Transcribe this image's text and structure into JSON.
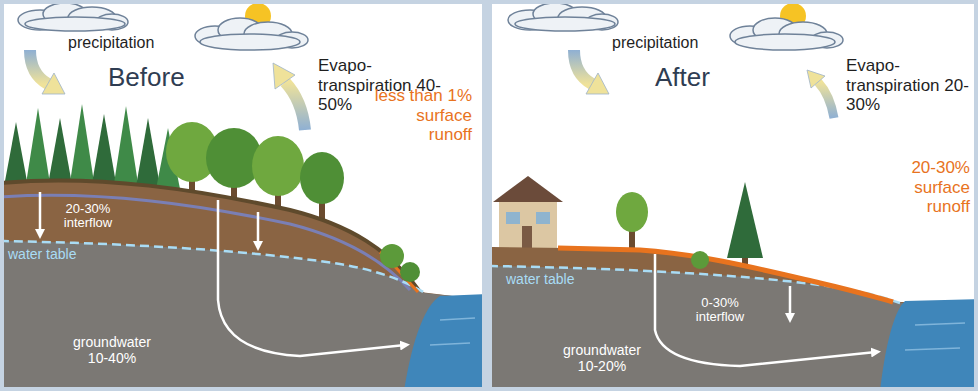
{
  "diagram": {
    "labels": [
      "precipitation",
      "Before",
      "Evapo- transpiration 40-50%",
      "20-30% interflow",
      "water table",
      "groundwater 10-40%",
      "less than 1% surface runoff",
      "precipitation",
      "After",
      "Evapo- transpiration 20-30%",
      "0-30% interflow",
      "water table",
      "groundwater 10-20%",
      "20-30% surface runoff"
    ]
  }
}
